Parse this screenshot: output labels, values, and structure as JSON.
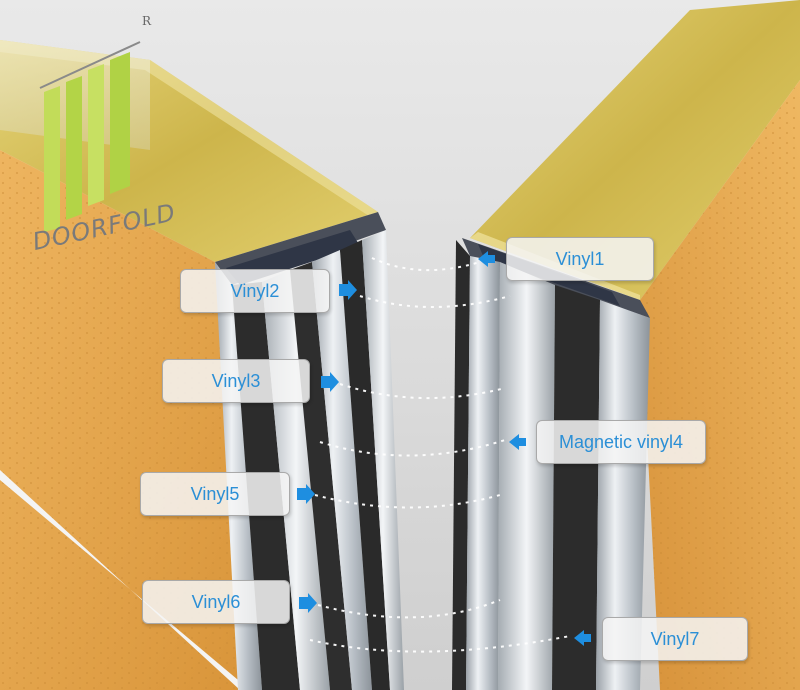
{
  "brand": {
    "name": "DOORFOLD",
    "registered_mark": "R",
    "colors": {
      "logo_green": "#b8d84a",
      "logo_gray": "#7a7a7a"
    }
  },
  "labels": {
    "vinyl1": "Vinyl1",
    "vinyl2": "Vinyl2",
    "vinyl3": "Vinyl3",
    "magnetic_vinyl4": "Magnetic vinyl4",
    "vinyl5": "Vinyl5",
    "vinyl6": "Vinyl6",
    "vinyl7": "Vinyl7"
  },
  "colors": {
    "label_text": "#2b8fd6",
    "pointer_arrow": "#1e8ee0",
    "wood": "#e3a54a",
    "insulation": "#d9c35a",
    "aluminium": "#c9ced3",
    "seal": "#2c2c2c"
  },
  "icons": {
    "pointer": "arrow-right-icon / arrow-left-icon"
  }
}
